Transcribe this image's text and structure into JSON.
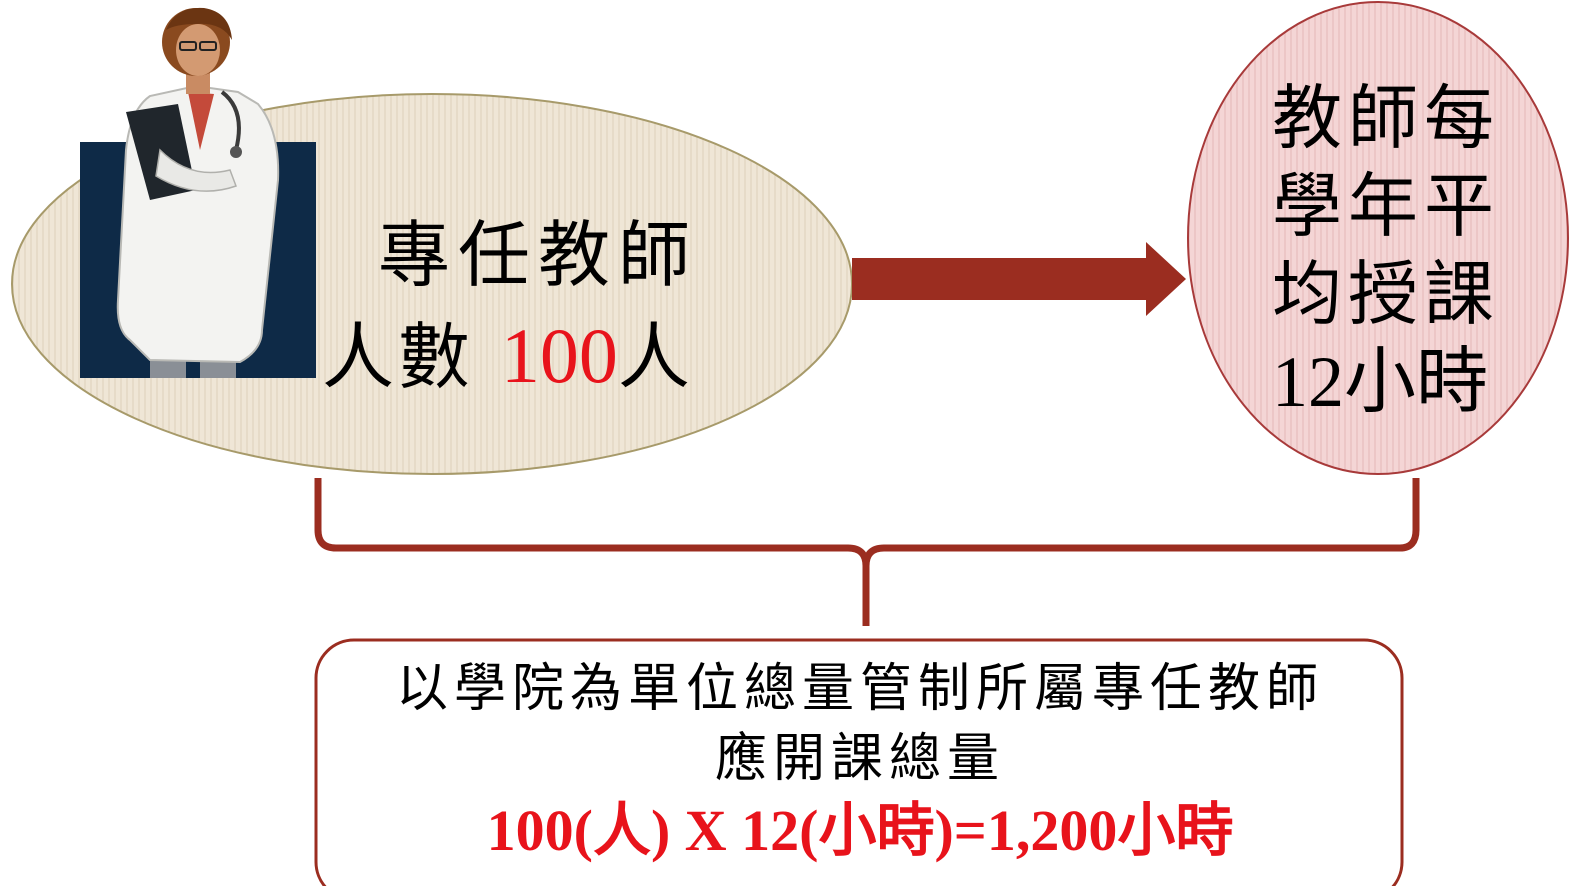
{
  "left_ellipse": {
    "line1": "專任教師",
    "line2_prefix": "人數",
    "line2_number": "100",
    "line2_suffix": "人"
  },
  "right_ellipse": {
    "lines": [
      "教師每",
      "學年平",
      "均授課",
      "12小時"
    ]
  },
  "bottom_box": {
    "line1": "以學院為單位總量管制所屬專任教師",
    "line2": "應開課總量",
    "formula": "100(人) X 12(小時)=1,200小時"
  },
  "colors": {
    "accent_red": "#e8131b",
    "arrow": "#9b2d20",
    "bracket": "#9b2d20",
    "left_ellipse_fill": "#efe6d6",
    "right_ellipse_fill": "#f4d3d3",
    "navy_panel": "#0e2a47"
  },
  "icons": [
    "doctor-figure-icon",
    "right-arrow-icon",
    "bracket-brace-icon"
  ]
}
